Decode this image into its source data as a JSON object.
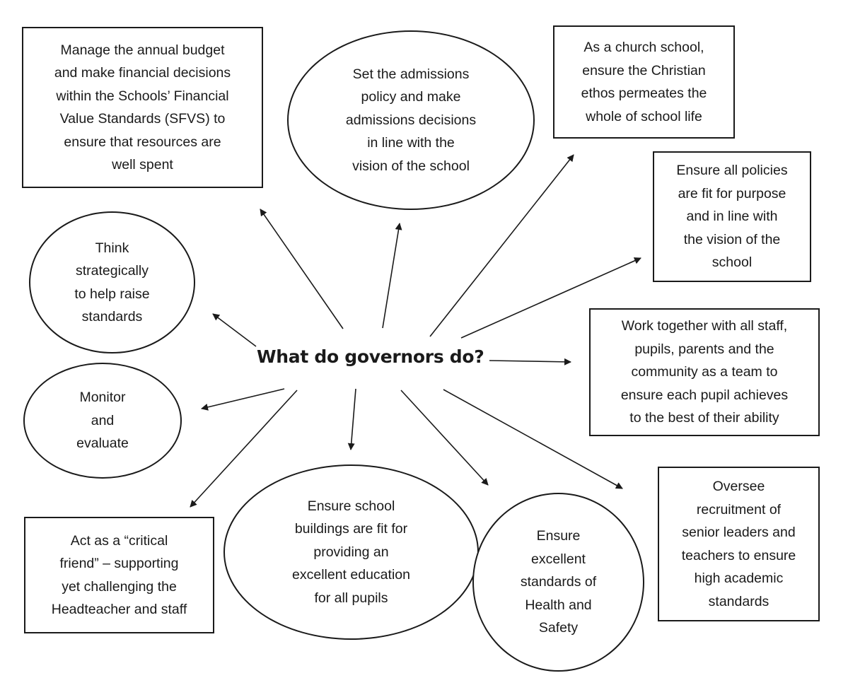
{
  "diagram": {
    "title": "What do governors do?",
    "nodes": [
      {
        "id": "budget",
        "shape": "rectangle",
        "text": "Manage the annual budget\nand make financial decisions\nwithin the Schools’ Financial\nValue Standards (SFVS) to\nensure that resources are\nwell spent"
      },
      {
        "id": "admissions",
        "shape": "ellipse",
        "text": "Set the admissions\npolicy and make\nadmissions decisions\nin line with the\nvision of the school"
      },
      {
        "id": "church",
        "shape": "rectangle",
        "text": "As a church school,\nensure the Christian\nethos permeates the\nwhole of school life"
      },
      {
        "id": "policies",
        "shape": "rectangle",
        "text": "Ensure all policies\nare fit for purpose\nand in line with\nthe vision of the\nschool"
      },
      {
        "id": "strategy",
        "shape": "ellipse",
        "text": "Think\nstrategically\nto help raise\nstandards"
      },
      {
        "id": "teamwork",
        "shape": "rectangle",
        "text": "Work together with all staff,\npupils, parents and the\ncommunity as a team to\nensure each pupil achieves\nto the best of their ability"
      },
      {
        "id": "monitor",
        "shape": "ellipse",
        "text": "Monitor\nand\nevaluate"
      },
      {
        "id": "critical-friend",
        "shape": "rectangle",
        "text": "Act as a “critical\nfriend” – supporting\nyet challenging the\nHeadteacher and staff"
      },
      {
        "id": "buildings",
        "shape": "ellipse",
        "text": "Ensure school\nbuildings are fit for\nproviding an\nexcellent education\nfor all pupils"
      },
      {
        "id": "health-safety",
        "shape": "circle",
        "text": "Ensure\nexcellent\nstandards of\nHealth and\nSafety"
      },
      {
        "id": "recruitment",
        "shape": "rectangle",
        "text": "Oversee\nrecruitment of\nsenior leaders and\nteachers to ensure\nhigh academic\nstandards"
      }
    ],
    "edges": [
      {
        "from": "center",
        "to": "budget"
      },
      {
        "from": "center",
        "to": "admissions"
      },
      {
        "from": "center",
        "to": "church"
      },
      {
        "from": "center",
        "to": "policies"
      },
      {
        "from": "center",
        "to": "strategy"
      },
      {
        "from": "center",
        "to": "teamwork"
      },
      {
        "from": "center",
        "to": "monitor"
      },
      {
        "from": "center",
        "to": "critical-friend"
      },
      {
        "from": "center",
        "to": "buildings"
      },
      {
        "from": "center",
        "to": "health-safety"
      },
      {
        "from": "center",
        "to": "recruitment"
      }
    ],
    "colors": {
      "stroke": "#1a1a1a",
      "background": "#ffffff"
    }
  }
}
